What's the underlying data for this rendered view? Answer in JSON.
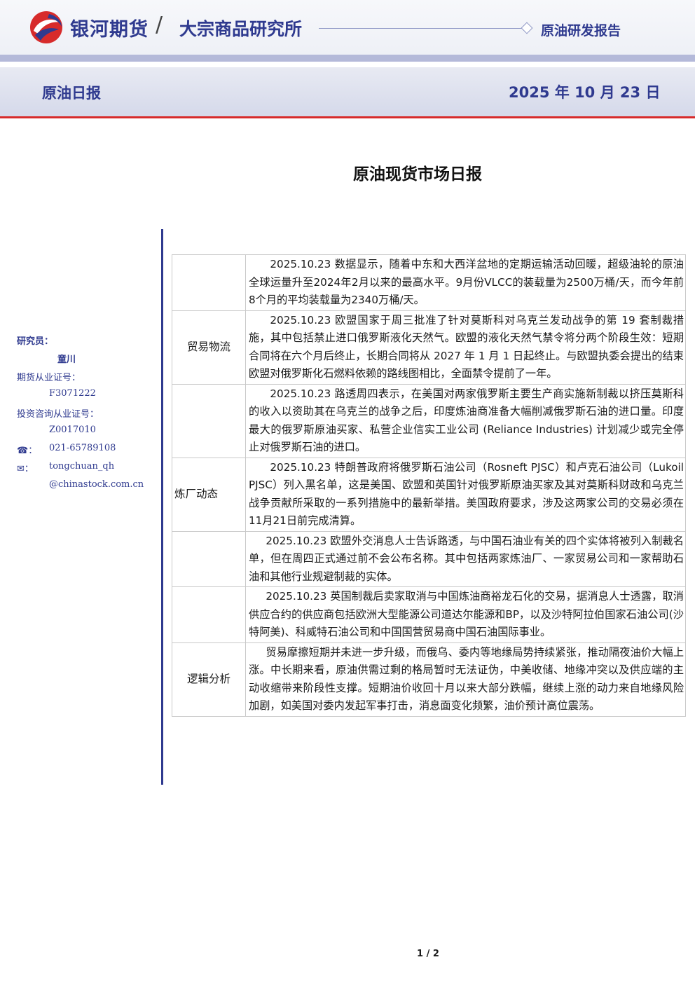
{
  "header": {
    "brand": "银河期货",
    "slash": "/",
    "institute": "大宗商品研究所",
    "report_type": "原油研发报告",
    "colors": {
      "primary": "#2f3a8f",
      "accent_red": "#d72b2b"
    }
  },
  "subheader": {
    "title": "原油日报",
    "date": "2025 年 10 月 23 日"
  },
  "doc_title": "原油现货市场日报",
  "sidebar": {
    "researcher_label": "研究员：",
    "researcher_name": "童川",
    "futures_cert_label": "期货从业证号：",
    "futures_cert": "F3071222",
    "consult_cert_label": "投资咨询从业证号：",
    "consult_cert": "Z0017010",
    "phone_icon": "☎：",
    "phone": "021-65789108",
    "email_icon": "✉：",
    "email_line1": "tongchuan_qh",
    "email_line2": "@chinastock.com.cn"
  },
  "table": {
    "trade_logistics": {
      "label": "贸易物流",
      "items": [
        "2025.10.23 数据显示，随着中东和大西洋盆地的定期运输活动回暖，超级油轮的原油全球运量升至2024年2月以来的最高水平。9月份VLCC的装载量为2500万桶/天，而今年前8个月的平均装载量为2340万桶/天。",
        "2025.10.23 欧盟国家于周三批准了针对莫斯科对乌克兰发动战争的第 19 套制裁措施，其中包括禁止进口俄罗斯液化天然气。欧盟的液化天然气禁令将分两个阶段生效：短期合同将在六个月后终止，长期合同将从 2027 年 1 月 1 日起终止。与欧盟执委会提出的结束欧盟对俄罗斯化石燃料依赖的路线图相比，全面禁令提前了一年。",
        "2025.10.23 路透周四表示，在美国对两家俄罗斯主要生产商实施新制裁以挤压莫斯科的收入以资助其在乌克兰的战争之后，印度炼油商准备大幅削减俄罗斯石油的进口量。印度最大的俄罗斯原油买家、私营企业信实工业公司 (Reliance Industries) 计划减少或完全停止对俄罗斯石油的进口。"
      ]
    },
    "refinery": {
      "label": "炼厂动态",
      "item": "2025.10.23 特朗普政府将俄罗斯石油公司（Rosneft PJSC）和卢克石油公司（Lukoil PJSC）列入黑名单，这是美国、欧盟和英国针对俄罗斯原油买家及其对莫斯科财政和乌克兰战争贡献所采取的一系列措施中的最新举措。美国政府要求，涉及这两家公司的交易必须在11月21日前完成清算。"
    },
    "extra_items": [
      "2025.10.23 欧盟外交消息人士告诉路透，与中国石油业有关的四个实体将被列入制裁名单，但在周四正式通过前不会公布名称。其中包括两家炼油厂、一家贸易公司和一家帮助石油和其他行业规避制裁的实体。",
      "2025.10.23 英国制裁后卖家取消与中国炼油商裕龙石化的交易，据消息人士透露，取消供应合约的供应商包括欧洲大型能源公司道达尔能源和BP，以及沙特阿拉伯国家石油公司(沙特阿美)、科威特石油公司和中国国营贸易商中国石油国际事业。"
    ],
    "logic": {
      "label": "逻辑分析",
      "item": "贸易摩擦短期并未进一步升级，而俄乌、委内等地缘局势持续紧张，推动隔夜油价大幅上涨。中长期来看，原油供需过剩的格局暂时无法证伪，中美收储、地缘冲突以及供应端的主动收缩带来阶段性支撑。短期油价收回十月以来大部分跌幅，继续上涨的动力来自地缘风险加剧，如美国对委内发起军事打击，消息面变化频繁，油价预计高位震荡。"
    }
  },
  "footer": {
    "page": "1 / 2"
  }
}
